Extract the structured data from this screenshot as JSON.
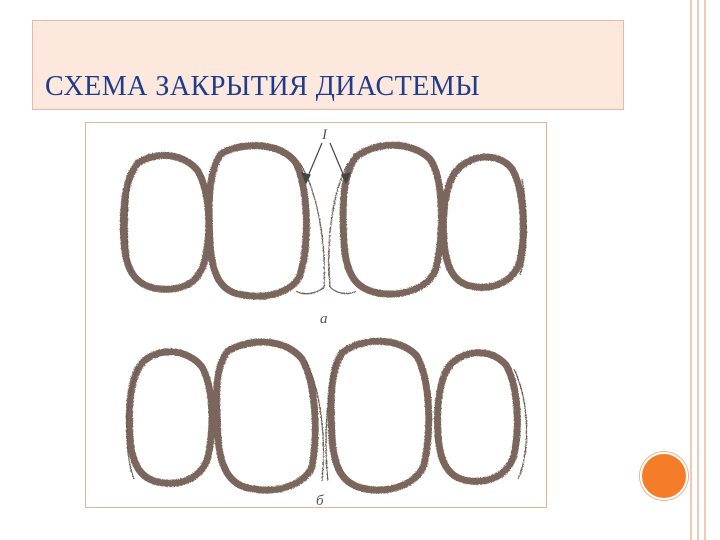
{
  "slide": {
    "title": "СХЕМА ЗАКРЫТИЯ ДИАСТЕМЫ"
  },
  "figure": {
    "label_top": "I",
    "label_a": "а",
    "label_b": "б"
  }
}
